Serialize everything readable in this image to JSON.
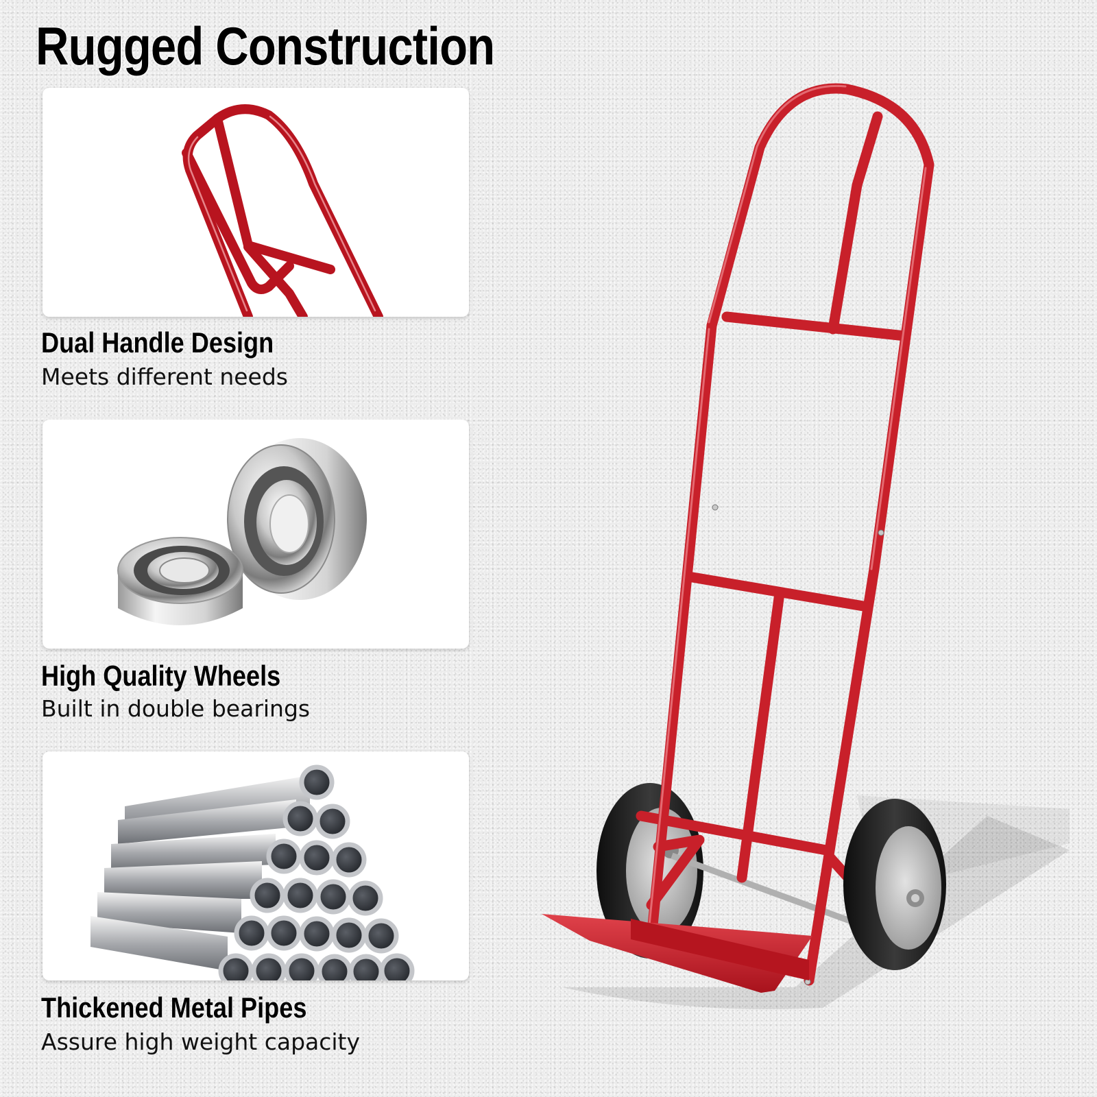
{
  "header": {
    "title": "Rugged Construction"
  },
  "features": [
    {
      "title": "Dual Handle Design",
      "subtitle": "Meets different needs",
      "image": "red-dual-handle-closeup"
    },
    {
      "title": "High Quality Wheels",
      "subtitle": "Built in double bearings",
      "image": "steel-ball-bearings"
    },
    {
      "title": "Thickened Metal Pipes",
      "subtitle": "Assure high weight capacity",
      "image": "stacked-steel-pipes"
    }
  ],
  "product": {
    "image": "red-p-handle-hand-truck",
    "wheel_count": 2
  },
  "colors": {
    "frame_red": "#c8202a",
    "frame_red_dark": "#8e1119",
    "tire_black": "#1e1e1e",
    "hub_gray": "#b8b8b8",
    "background": "#ececec",
    "card_bg": "#ffffff",
    "text": "#000000"
  },
  "pipe_stack": {
    "rows": [
      1,
      2,
      3,
      4,
      5,
      6
    ]
  }
}
